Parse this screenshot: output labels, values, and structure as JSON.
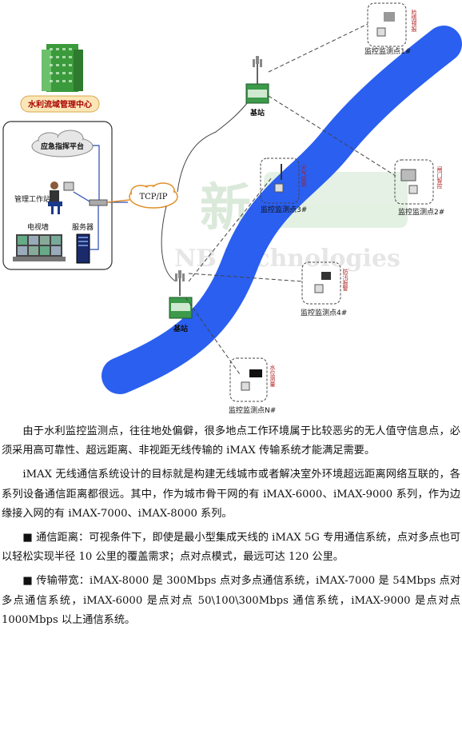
{
  "diagram": {
    "management_center": "水利流域管理中心",
    "emergency_platform": "应急指挥平台",
    "workstation": "管理工作站",
    "tv_wall": "电视墙",
    "server": "服务器",
    "network": "TCP/IP",
    "base_station_top": "基站",
    "base_station_bottom": "基站",
    "watermark_cn": "新",
    "watermark_en": "NB Technologies",
    "monitor_points": [
      {
        "name": "监控监测点1#",
        "tag": "险情预报"
      },
      {
        "name": "监控监测点2#",
        "tag": "闸门智控"
      },
      {
        "name": "监控监测点3#",
        "tag": "天气监测"
      },
      {
        "name": "监控监测点4#",
        "tag": "防汛报警"
      },
      {
        "name": "监控监测点N#",
        "tag": "水位测量"
      }
    ]
  },
  "paragraphs": [
    "由于水利监控监测点，往往地处偏僻，很多地点工作环境属于比较恶劣的无人值守信息点，必须采用高可靠性、超远距离、非视距无线传输的 iMAX 传输系统才能满足需要。",
    "iMAX 无线通信系统设计的目标就是构建无线城市或者解决室外环境超远距离网络互联的，各系列设备通信距离都很远。其中，作为城市骨干网的有 iMAX-6000、iMAX-9000 系列，作为边缘接入网的有 iMAX-7000、iMAX-8000 系列。",
    "■ 通信距离：可视条件下，即使是最小型集成天线的 iMAX 5G 专用通信系统，点对多点也可以轻松实现半径 10 公里的覆盖需求；点对点模式，最远可达 120 公里。",
    "■ 传输带宽：iMAX-8000 是 300Mbps 点对多点通信系统，iMAX-7000 是 54Mbps 点对多点通信系统，iMAX-6000 是点对点 50\\100\\300Mbps 通信系统，iMAX-9000 是点对点 1000Mbps 以上通信系统。"
  ]
}
